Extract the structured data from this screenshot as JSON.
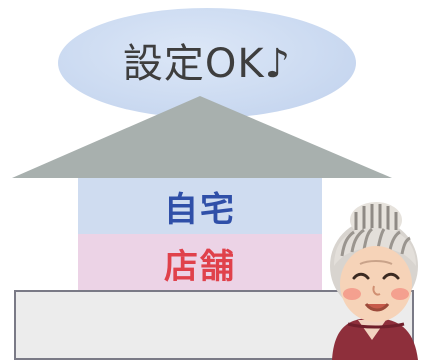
{
  "bubble": {
    "text": "設定OK♪"
  },
  "house": {
    "upper_floor_label": "自宅",
    "lower_floor_label": "店舗"
  },
  "colors": {
    "bubble": "#cbdaf1",
    "roof": "#a8b0ae",
    "home_wall": "#cfdcf0",
    "home_text": "#2f4fa8",
    "store_wall": "#ecd3e6",
    "store_text": "#e0414b",
    "base_fill": "#ececec",
    "base_border": "#7a7a86"
  },
  "illustration": {
    "icon": "grandmother-icon"
  }
}
